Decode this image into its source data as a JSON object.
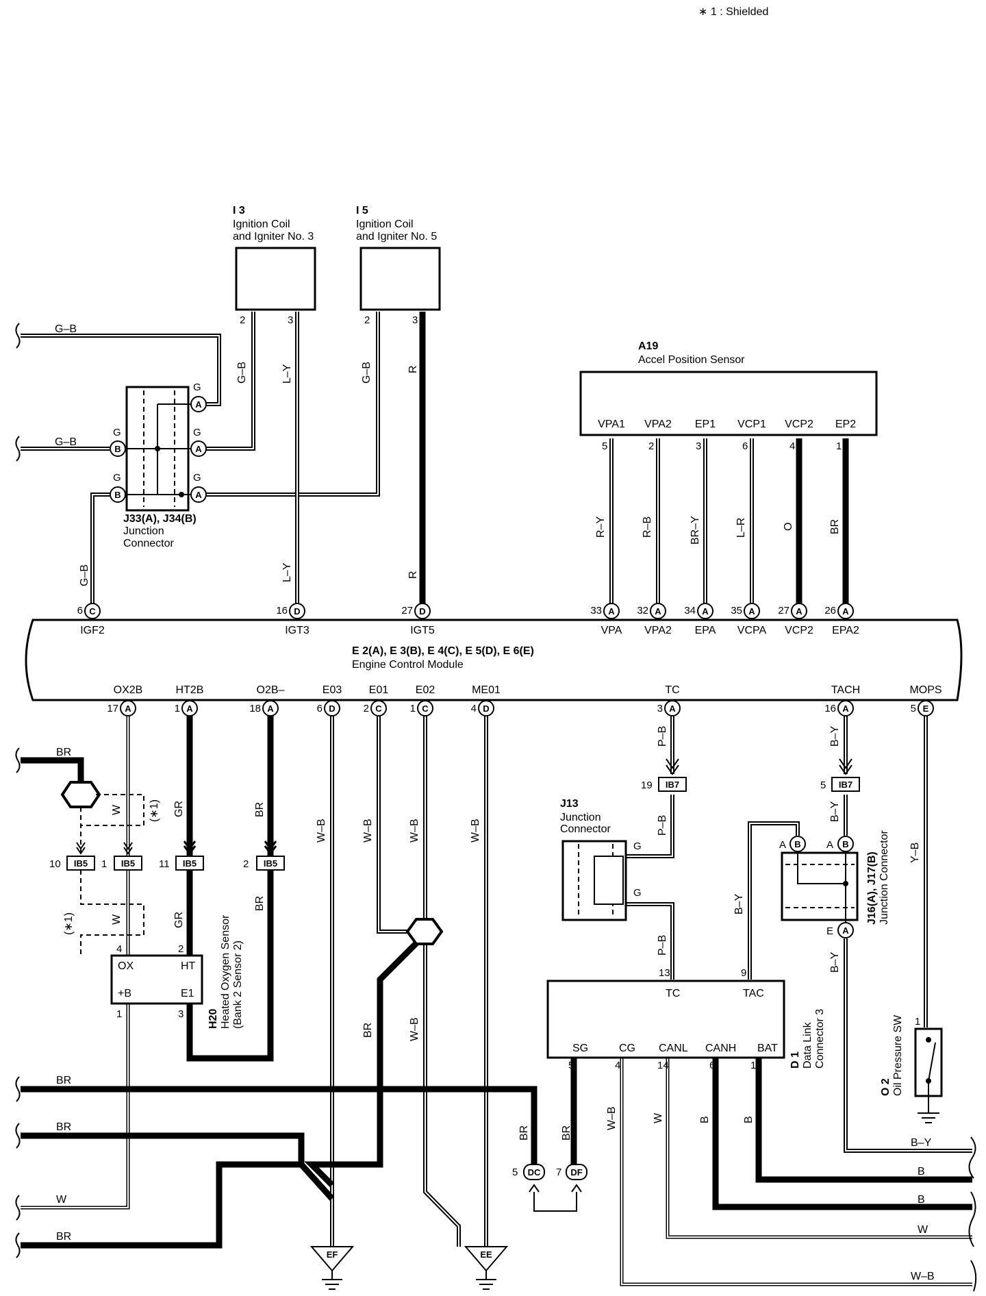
{
  "note": "∗ 1 : Shielded",
  "components": {
    "i3": {
      "id": "I 3",
      "name1": "Ignition Coil",
      "name2": "and Igniter No. 3"
    },
    "i5": {
      "id": "I 5",
      "name1": "Ignition Coil",
      "name2": "and Igniter No. 5"
    },
    "a19": {
      "id": "A19",
      "name": "Accel Position Sensor",
      "pins": [
        "VPA1",
        "VPA2",
        "EP1",
        "VCP1",
        "VCP2",
        "EP2"
      ],
      "pin_numbers": [
        "5",
        "2",
        "3",
        "6",
        "4",
        "1"
      ]
    },
    "j33": {
      "id": "J33(A), J34(B)",
      "name1": "Junction",
      "name2": "Connector"
    },
    "ecm": {
      "id": "E 2(A), E 3(B), E 4(C), E 5(D), E 6(E)",
      "name": "Engine Control Module",
      "top_pins": [
        {
          "num": "6",
          "conn": "C",
          "label": "IGF2"
        },
        {
          "num": "16",
          "conn": "D",
          "label": "IGT3"
        },
        {
          "num": "27",
          "conn": "D",
          "label": "IGT5"
        },
        {
          "num": "33",
          "conn": "A",
          "label": "VPA"
        },
        {
          "num": "32",
          "conn": "A",
          "label": "VPA2"
        },
        {
          "num": "34",
          "conn": "A",
          "label": "EPA"
        },
        {
          "num": "35",
          "conn": "A",
          "label": "VCPA"
        },
        {
          "num": "27",
          "conn": "A",
          "label": "VCP2"
        },
        {
          "num": "26",
          "conn": "A",
          "label": "EPA2"
        }
      ],
      "bottom_pins": [
        {
          "num": "17",
          "conn": "A",
          "label": "OX2B"
        },
        {
          "num": "1",
          "conn": "A",
          "label": "HT2B"
        },
        {
          "num": "18",
          "conn": "A",
          "label": "O2B–"
        },
        {
          "num": "6",
          "conn": "D",
          "label": "E03"
        },
        {
          "num": "2",
          "conn": "C",
          "label": "E01"
        },
        {
          "num": "1",
          "conn": "C",
          "label": "E02"
        },
        {
          "num": "4",
          "conn": "D",
          "label": "ME01"
        },
        {
          "num": "3",
          "conn": "A",
          "label": "TC"
        },
        {
          "num": "16",
          "conn": "A",
          "label": "TACH"
        },
        {
          "num": "5",
          "conn": "E",
          "label": "MOPS"
        }
      ]
    },
    "h20": {
      "id": "H20",
      "name1": "Heated Oxygen Sensor",
      "name2": "(Bank 2 Sensor 2)",
      "pins": [
        "OX",
        "HT",
        "+B",
        "E1"
      ],
      "pin_numbers": [
        "4",
        "2",
        "1",
        "3"
      ]
    },
    "j13": {
      "id": "J13",
      "name1": "Junction",
      "name2": "Connector",
      "pin": "G"
    },
    "j16": {
      "id": "J16(A), J17(B)",
      "name": "Junction Connector"
    },
    "d1": {
      "id": "D 1",
      "name1": "Data Link",
      "name2": "Connector 3",
      "pins": [
        "TC",
        "TAC",
        "SG",
        "CG",
        "CANL",
        "CANH",
        "BAT"
      ],
      "pin_numbers": [
        "13",
        "9",
        "5",
        "4",
        "14",
        "6",
        "16"
      ]
    },
    "o2": {
      "id": "O 2",
      "name": "Oil Pressure SW",
      "pin": "1"
    }
  },
  "connectors": {
    "ib5": "IB5",
    "ib7": "IB7",
    "dc": "DC",
    "df": "DF",
    "ef": "EF",
    "ee": "EE",
    "star1": "(∗1)"
  },
  "wires": {
    "gb": "G–B",
    "ly": "L–Y",
    "r": "R",
    "ry": "R–Y",
    "rb": "R–B",
    "bry": "BR–Y",
    "lr": "L–R",
    "o": "O",
    "br": "BR",
    "w": "W",
    "gr": "GR",
    "wb": "W–B",
    "pb": "P–B",
    "by": "B–Y",
    "yb": "Y–B",
    "b": "B"
  },
  "pin_letters": {
    "g": "G",
    "a": "A",
    "b": "B",
    "e": "E"
  },
  "pin_numbers": {
    "i3_2": "2",
    "i3_3": "3",
    "i5_2": "2",
    "i5_3": "3",
    "ib5_10": "10",
    "ib5_1": "1",
    "ib5_11": "11",
    "ib5_2": "2",
    "ib7_19": "19",
    "ib7_5": "5",
    "dc_5": "5",
    "df_7": "7"
  }
}
